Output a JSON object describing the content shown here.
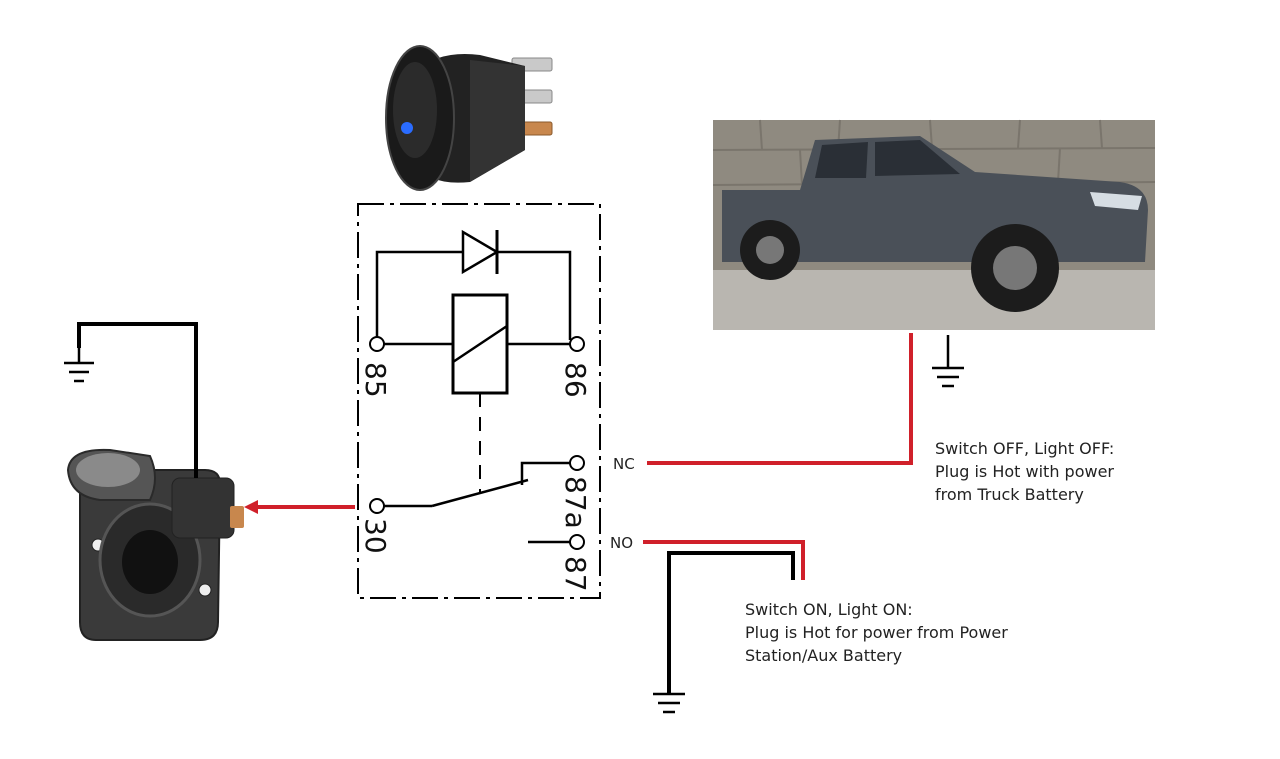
{
  "relay": {
    "pins": {
      "p85": "85",
      "p86": "86",
      "p30": "30",
      "p87a": "87a",
      "p87": "87"
    }
  },
  "wires": {
    "nc_label": "NC",
    "no_label": "NO"
  },
  "notes": {
    "off": {
      "line1": "Switch OFF, Light OFF:",
      "line2": "Plug is Hot with power",
      "line3": "from Truck Battery"
    },
    "on": {
      "line1": "Switch ON, Light ON:",
      "line2": "Plug is Hot for power from Power",
      "line3": "Station/Aux Battery"
    }
  },
  "colors": {
    "wire_red": "#d0202a",
    "wire_black": "#000000",
    "truck_body": "#4a5058",
    "switch_led": "#2a6cff"
  },
  "icons": {
    "switch": "rocker-switch-photo",
    "truck": "pickup-truck-photo",
    "socket": "12v-socket-photo",
    "ground": "ground-symbol-icon"
  }
}
